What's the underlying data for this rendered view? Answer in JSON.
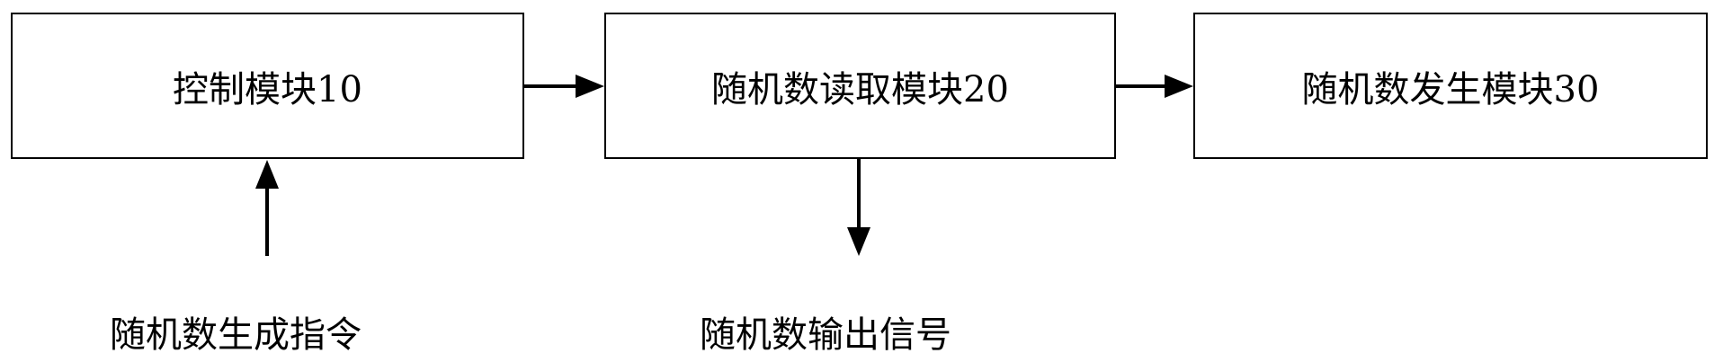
{
  "diagram": {
    "modules": {
      "control": "控制模块10",
      "reader": "随机数读取模块20",
      "generator": "随机数发生模块30"
    },
    "input_label": "随机数生成指令",
    "output_label": "随机数输出信号"
  },
  "colors": {
    "stroke": "#000000",
    "background": "#ffffff"
  }
}
